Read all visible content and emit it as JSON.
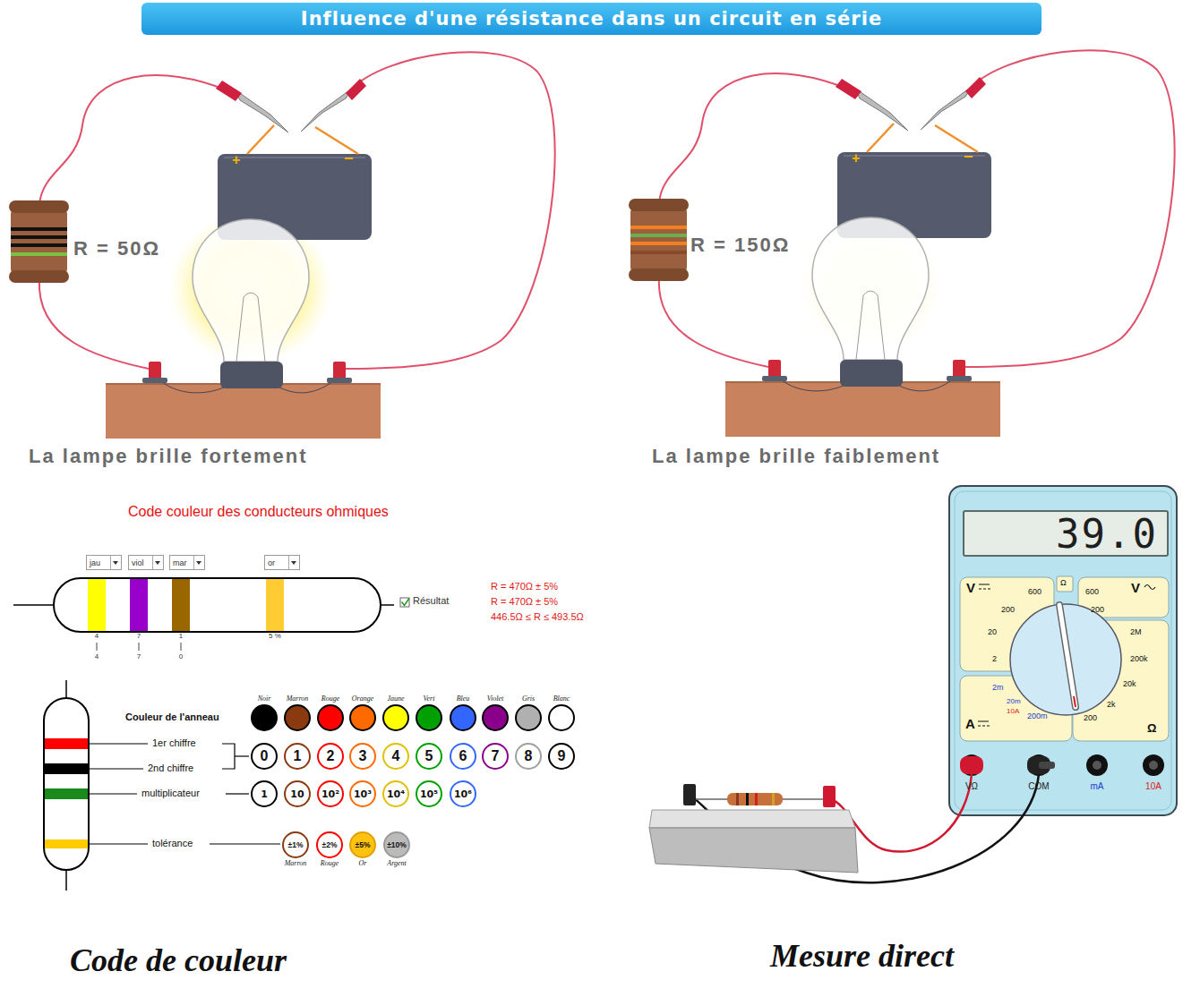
{
  "diagram": {
    "title": "Influence d'une résistance dans un circuit en série",
    "nodes": [
      {
        "text": [
          "39.0"
        ]
      },
      {
        "text": [
          "jau"
        ]
      },
      {
        "text": [
          "viol"
        ]
      },
      {
        "text": [
          "mar"
        ]
      },
      {
        "text": [
          "or"
        ]
      },
      {
        "text": [
          "Noir"
        ]
      },
      {
        "text": [
          "Marron"
        ]
      },
      {
        "text": [
          "Rouge"
        ]
      },
      {
        "text": [
          "Orange"
        ]
      },
      {
        "text": [
          "Jaune"
        ]
      },
      {
        "text": [
          "Vert"
        ]
      },
      {
        "text": [
          "Bleu"
        ]
      },
      {
        "text": [
          "Violet"
        ]
      },
      {
        "text": [
          "Gris"
        ]
      },
      {
        "text": [
          "Blanc"
        ]
      },
      {
        "text": [
          "0"
        ]
      },
      {
        "text": [
          "1"
        ]
      },
      {
        "text": [
          "2"
        ]
      },
      {
        "text": [
          "3"
        ]
      },
      {
        "text": [
          "4"
        ]
      },
      {
        "text": [
          "5"
        ]
      },
      {
        "text": [
          "6"
        ]
      },
      {
        "text": [
          "7"
        ]
      },
      {
        "text": [
          "8"
        ]
      },
      {
        "text": [
          "9"
        ]
      },
      {
        "text": [
          "1"
        ]
      },
      {
        "text": [
          "10"
        ]
      },
      {
        "text": [
          "10²"
        ]
      },
      {
        "text": [
          "10³"
        ]
      },
      {
        "text": [
          "10⁴"
        ]
      },
      {
        "text": [
          "10⁵"
        ]
      },
      {
        "text": [
          "10⁶"
        ]
      },
      {
        "text": [
          "±1%",
          "Marron"
        ]
      },
      {
        "text": [
          "±2%",
          "Rouge"
        ]
      },
      {
        "text": [
          "±5%",
          "Or"
        ]
      },
      {
        "text": [
          "±10%",
          "Argent"
        ]
      }
    ],
    "labels": [
      "+",
      "−",
      "+",
      "−",
      "R = 50Ω",
      "R = 150Ω",
      "La lampe brille fortement",
      "La lampe brille faiblement",
      "Code couleur des conducteurs ohmiques",
      "V",
      "600",
      "Ω",
      "600",
      "V",
      "200",
      "200",
      "R = 470Ω ± 5%",
      "R = 470Ω ± 5%",
      "Résultat",
      "446.5Ω ≤ R ≤ 493.5Ω",
      "2M",
      "20",
      "4",
      "7",
      "1",
      "5 %",
      "200k",
      "2",
      "4",
      "7",
      "0",
      "20k",
      "2m",
      "2k",
      "20m",
      "10A",
      "200m",
      "200",
      "Couleur de l'anneau",
      "A",
      "Ω",
      "1er chiffre",
      "2nd chiffre",
      "VΩ",
      "COM",
      "mA",
      "10A",
      "multiplicateur",
      "tolérance",
      "Mesure direct",
      "Code de couleur"
    ]
  }
}
